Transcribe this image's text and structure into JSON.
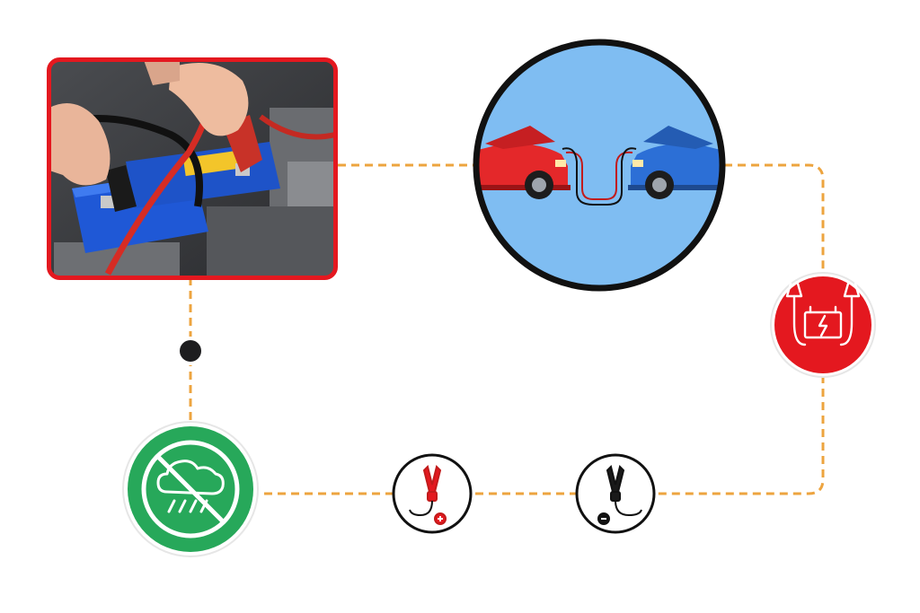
{
  "diagram": {
    "connector_color": "#eda43f",
    "nodes": [
      {
        "id": "photo",
        "icon": "battery-jumpstart-photo-icon",
        "frame_color": "#e4181f"
      },
      {
        "id": "cars",
        "icon": "two-cars-jumper-cables-icon",
        "fill": "#7fbdf2",
        "ring": "#111111"
      },
      {
        "id": "battery",
        "icon": "battery-cables-icon",
        "fill": "#e4181f"
      },
      {
        "id": "black-clamp",
        "icon": "negative-black-clamp-icon"
      },
      {
        "id": "red-clamp",
        "icon": "positive-red-clamp-icon"
      },
      {
        "id": "no-rain",
        "icon": "no-rain-icon",
        "fill": "#27a85a"
      },
      {
        "id": "dot",
        "icon": "dot-marker-icon",
        "fill": "#1d1d1f"
      }
    ],
    "path": [
      "photo",
      "cars",
      "battery",
      "black-clamp",
      "red-clamp",
      "no-rain",
      "dot",
      "photo"
    ]
  }
}
